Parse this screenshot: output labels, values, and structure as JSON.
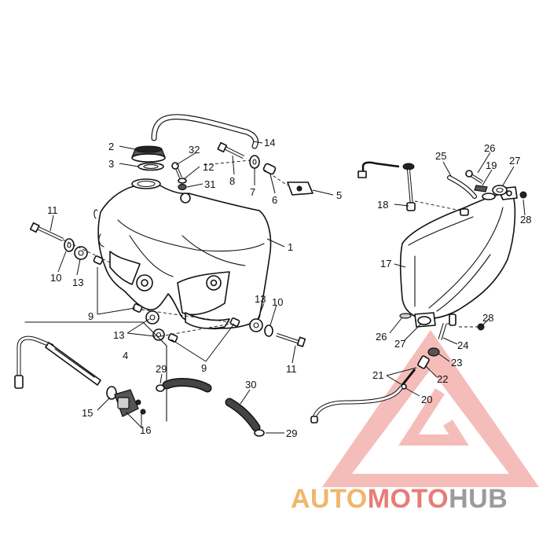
{
  "diagram": {
    "callouts": {
      "c1": "1",
      "c2": "2",
      "c3": "3",
      "c4": "4",
      "c5": "5",
      "c6": "6",
      "c7": "7",
      "c8": "8",
      "c9a": "9",
      "c9b": "9",
      "c10a": "10",
      "c10b": "10",
      "c11a": "11",
      "c11b": "11",
      "c12": "12",
      "c13a": "13",
      "c13b": "13",
      "c13c": "13",
      "c14": "14",
      "c15": "15",
      "c16": "16",
      "c17": "17",
      "c18": "18",
      "c19": "19",
      "c20": "20",
      "c21": "21",
      "c22": "22",
      "c23": "23",
      "c24": "24",
      "c25": "25",
      "c26a": "26",
      "c26b": "26",
      "c27a": "27",
      "c27b": "27",
      "c28a": "28",
      "c28b": "28",
      "c29a": "29",
      "c29b": "29",
      "c30": "30",
      "c31": "31",
      "c32": "32"
    }
  },
  "watermark": {
    "brand_part1": "AUTO",
    "brand_part2": "MOTO",
    "brand_part3": "HUB",
    "colors": {
      "auto": "#f0b66b",
      "moto": "#e87c77",
      "hub": "#9b9b9b",
      "triangle": "#f2a7a3"
    }
  }
}
